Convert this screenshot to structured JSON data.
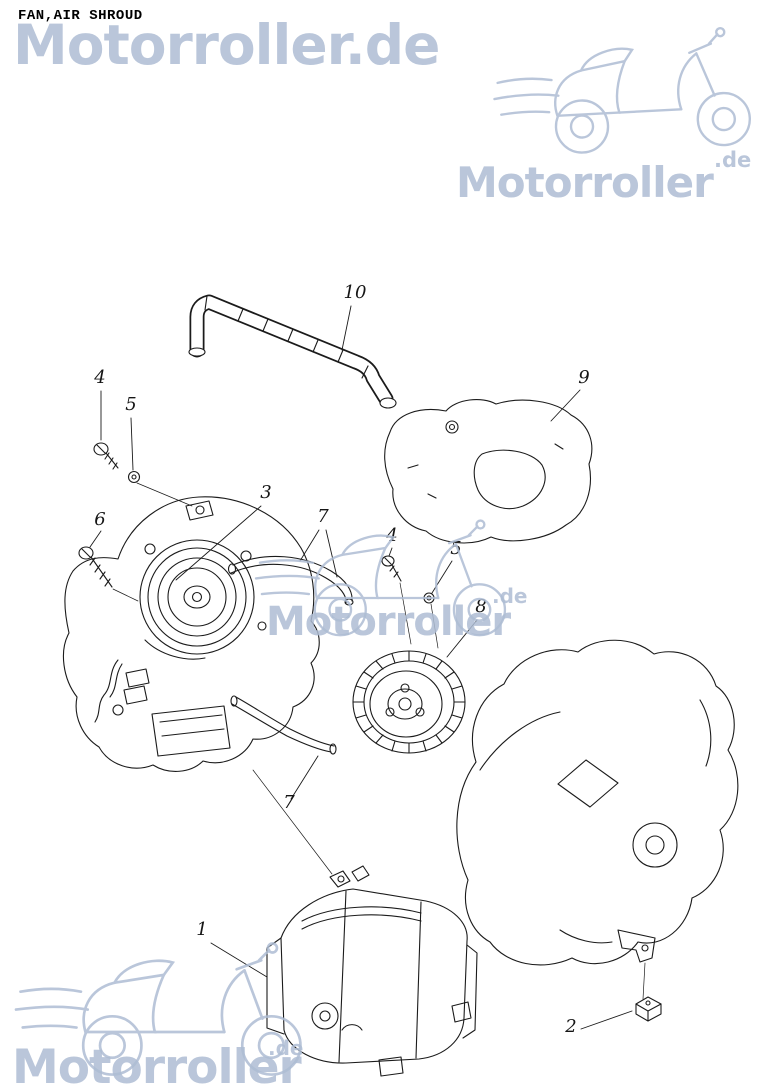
{
  "page": {
    "title": "FAN,AIR SHROUD"
  },
  "watermarks": {
    "logo_name": "scooter-logo",
    "color": "#aebdd4",
    "top": {
      "wordmark": "Motorroller.de"
    },
    "right": {
      "wordmark": "Motorroller",
      "tld": ".de"
    },
    "center": {
      "wordmark": "Motorroller",
      "tld": ".de"
    },
    "bottom": {
      "wordmark": "Motorroller",
      "tld": ".de"
    }
  },
  "colors": {
    "background": "#ffffff",
    "line_art": "#1b1b1b",
    "watermark": "#aebdd4"
  },
  "diagram": {
    "name": "fan-air-shroud-exploded-view",
    "part_labels": [
      {
        "text": "10"
      },
      {
        "text": "9"
      },
      {
        "text": "4"
      },
      {
        "text": "5"
      },
      {
        "text": "6"
      },
      {
        "text": "3"
      },
      {
        "text": "7"
      },
      {
        "text": "4"
      },
      {
        "text": "5"
      },
      {
        "text": "8"
      },
      {
        "text": "7"
      },
      {
        "text": "1"
      },
      {
        "text": "2"
      }
    ]
  }
}
